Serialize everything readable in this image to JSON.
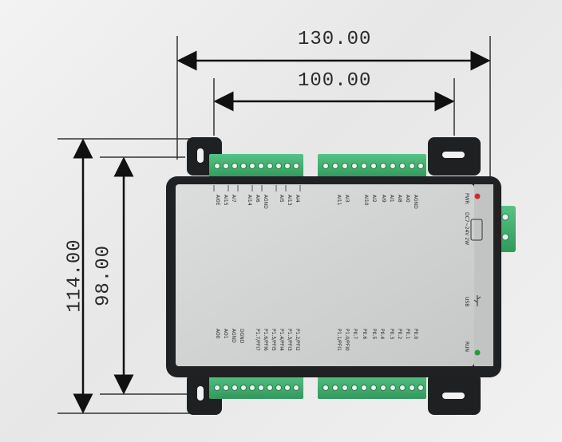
{
  "heading_fragment": "",
  "dimensions": {
    "width_outer": "130.00",
    "width_inner": "100.00",
    "height_outer": "114.00",
    "height_inner": "98.00"
  },
  "labels": {
    "pwr": "PWR",
    "power_spec": "DC7~24V 2W",
    "usb": "USB",
    "run": "RUN",
    "top_left_group": [
      "AI4",
      "AI13",
      "AI5",
      "AGND",
      "AI6",
      "AI14",
      "AI7",
      "AI15",
      "AI0E"
    ],
    "top_right_group": [
      "AGND",
      "AI0",
      "AI8",
      "AI1",
      "AI9",
      "AI2",
      "AI10",
      "AI3",
      "AI11"
    ],
    "bottom_left_group": [
      "P1.2/PFI2",
      "P1.3/PFI3",
      "P1.4/PFI4",
      "P1.5/PFI5",
      "P1.6/PFI6",
      "P1.7/PFI7",
      "DGND",
      "AGND",
      "AO1",
      "AO0"
    ],
    "bottom_right_group": [
      "P1.0/PFI0",
      "P1.1/PFI1",
      "P0.7",
      "P0.6",
      "P0.5",
      "P0.4",
      "P0.3",
      "P0.2",
      "P0.1",
      "P0.0"
    ]
  },
  "colors": {
    "terminal_green": "#3fae6f",
    "panel_gray": "#cfd1d1",
    "frame_black": "#1f2122",
    "led_red": "#d42a2a",
    "led_green": "#1f9e3a",
    "heading": "#2f8f86"
  }
}
